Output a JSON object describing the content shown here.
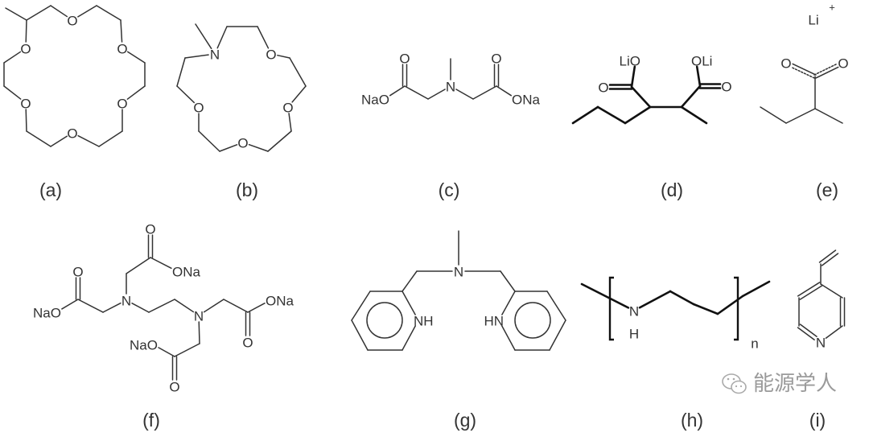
{
  "molecules": {
    "a": {
      "caption": "(a)",
      "labels": [
        "O",
        "O",
        "O",
        "O",
        "O",
        "O"
      ]
    },
    "b": {
      "caption": "(b)",
      "labels": [
        "N",
        "O",
        "O",
        "O",
        "O"
      ]
    },
    "c": {
      "caption": "(c)",
      "labels": [
        "O",
        "NaO",
        "N",
        "O",
        "ONa"
      ]
    },
    "d": {
      "caption": "(d)",
      "labels": [
        "O",
        "LiO",
        "O",
        "OLi"
      ]
    },
    "e": {
      "caption": "(e)",
      "labels": [
        "O",
        "O",
        "Li",
        "+"
      ]
    },
    "f": {
      "caption": "(f)",
      "labels": [
        "N",
        "N",
        "O",
        "ONa",
        "O",
        "NaO",
        "O",
        "ONa",
        "O",
        "NaO"
      ]
    },
    "g": {
      "caption": "(g)",
      "labels": [
        "N",
        "HN",
        "NH"
      ]
    },
    "h": {
      "caption": "(h)",
      "labels": [
        "N",
        "H",
        "n"
      ]
    },
    "i": {
      "caption": "(i)",
      "labels": [
        "N"
      ]
    }
  },
  "watermark": {
    "text": "能源学人",
    "icon": "wechat-icon"
  },
  "colors": {
    "ink": "#333333",
    "bold_ink": "#111111",
    "watermark": "#9a9a9a"
  }
}
